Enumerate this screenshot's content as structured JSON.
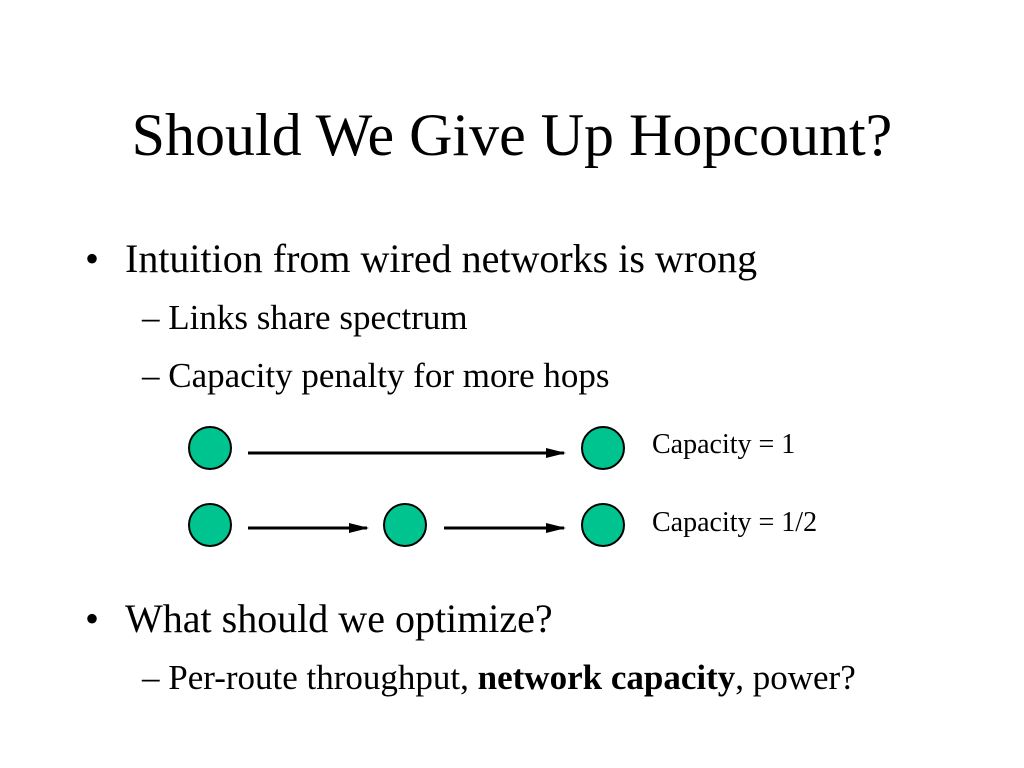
{
  "title": "Should We Give Up Hopcount?",
  "bullets": [
    {
      "marker": "•",
      "text": "Intuition from wired networks is wrong",
      "subs": [
        "– Links share spectrum",
        "– Capacity penalty for more hops"
      ]
    },
    {
      "marker": "•",
      "text": "What should we optimize?",
      "sub": {
        "before": "– Per-route throughput, ",
        "bold": "network capacity",
        "after": ", power?"
      }
    }
  ],
  "diagram": {
    "node_color": "#00c48f",
    "rows": [
      {
        "label": "Capacity = 1"
      },
      {
        "label": "Capacity = 1/2"
      }
    ]
  }
}
